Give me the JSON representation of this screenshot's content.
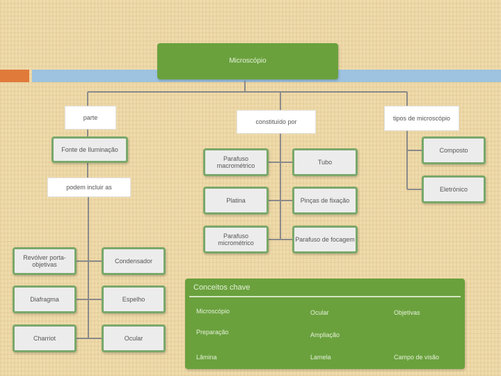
{
  "root": {
    "label": "Microscópio"
  },
  "branches": [
    {
      "label": "parte",
      "sub": {
        "label": "Fonte de Iluminação",
        "group_label": "podem incluir as",
        "left": [
          "Revólver porta-objetivas",
          "Diafragma",
          "Charriot"
        ],
        "right": [
          "Condensador",
          "Espelho",
          "Ocular"
        ]
      }
    },
    {
      "label": "constituído por",
      "left": [
        "Parafuso macrométrico",
        "Platina",
        "Parafuso micrométrico"
      ],
      "right": [
        "Tubo",
        "Pinças de fixação",
        "Parafuso de focagem"
      ]
    },
    {
      "label": "tipos de microscópio",
      "items": [
        "Composto",
        "Eletrónico"
      ]
    }
  ],
  "legend": {
    "title": "Conceitos chave",
    "items": [
      "Microscópio",
      "Ocular",
      "Objetivas",
      "Preparação",
      "Ampliação",
      "Lâmina",
      "Lamela",
      "Campo de visão"
    ]
  }
}
